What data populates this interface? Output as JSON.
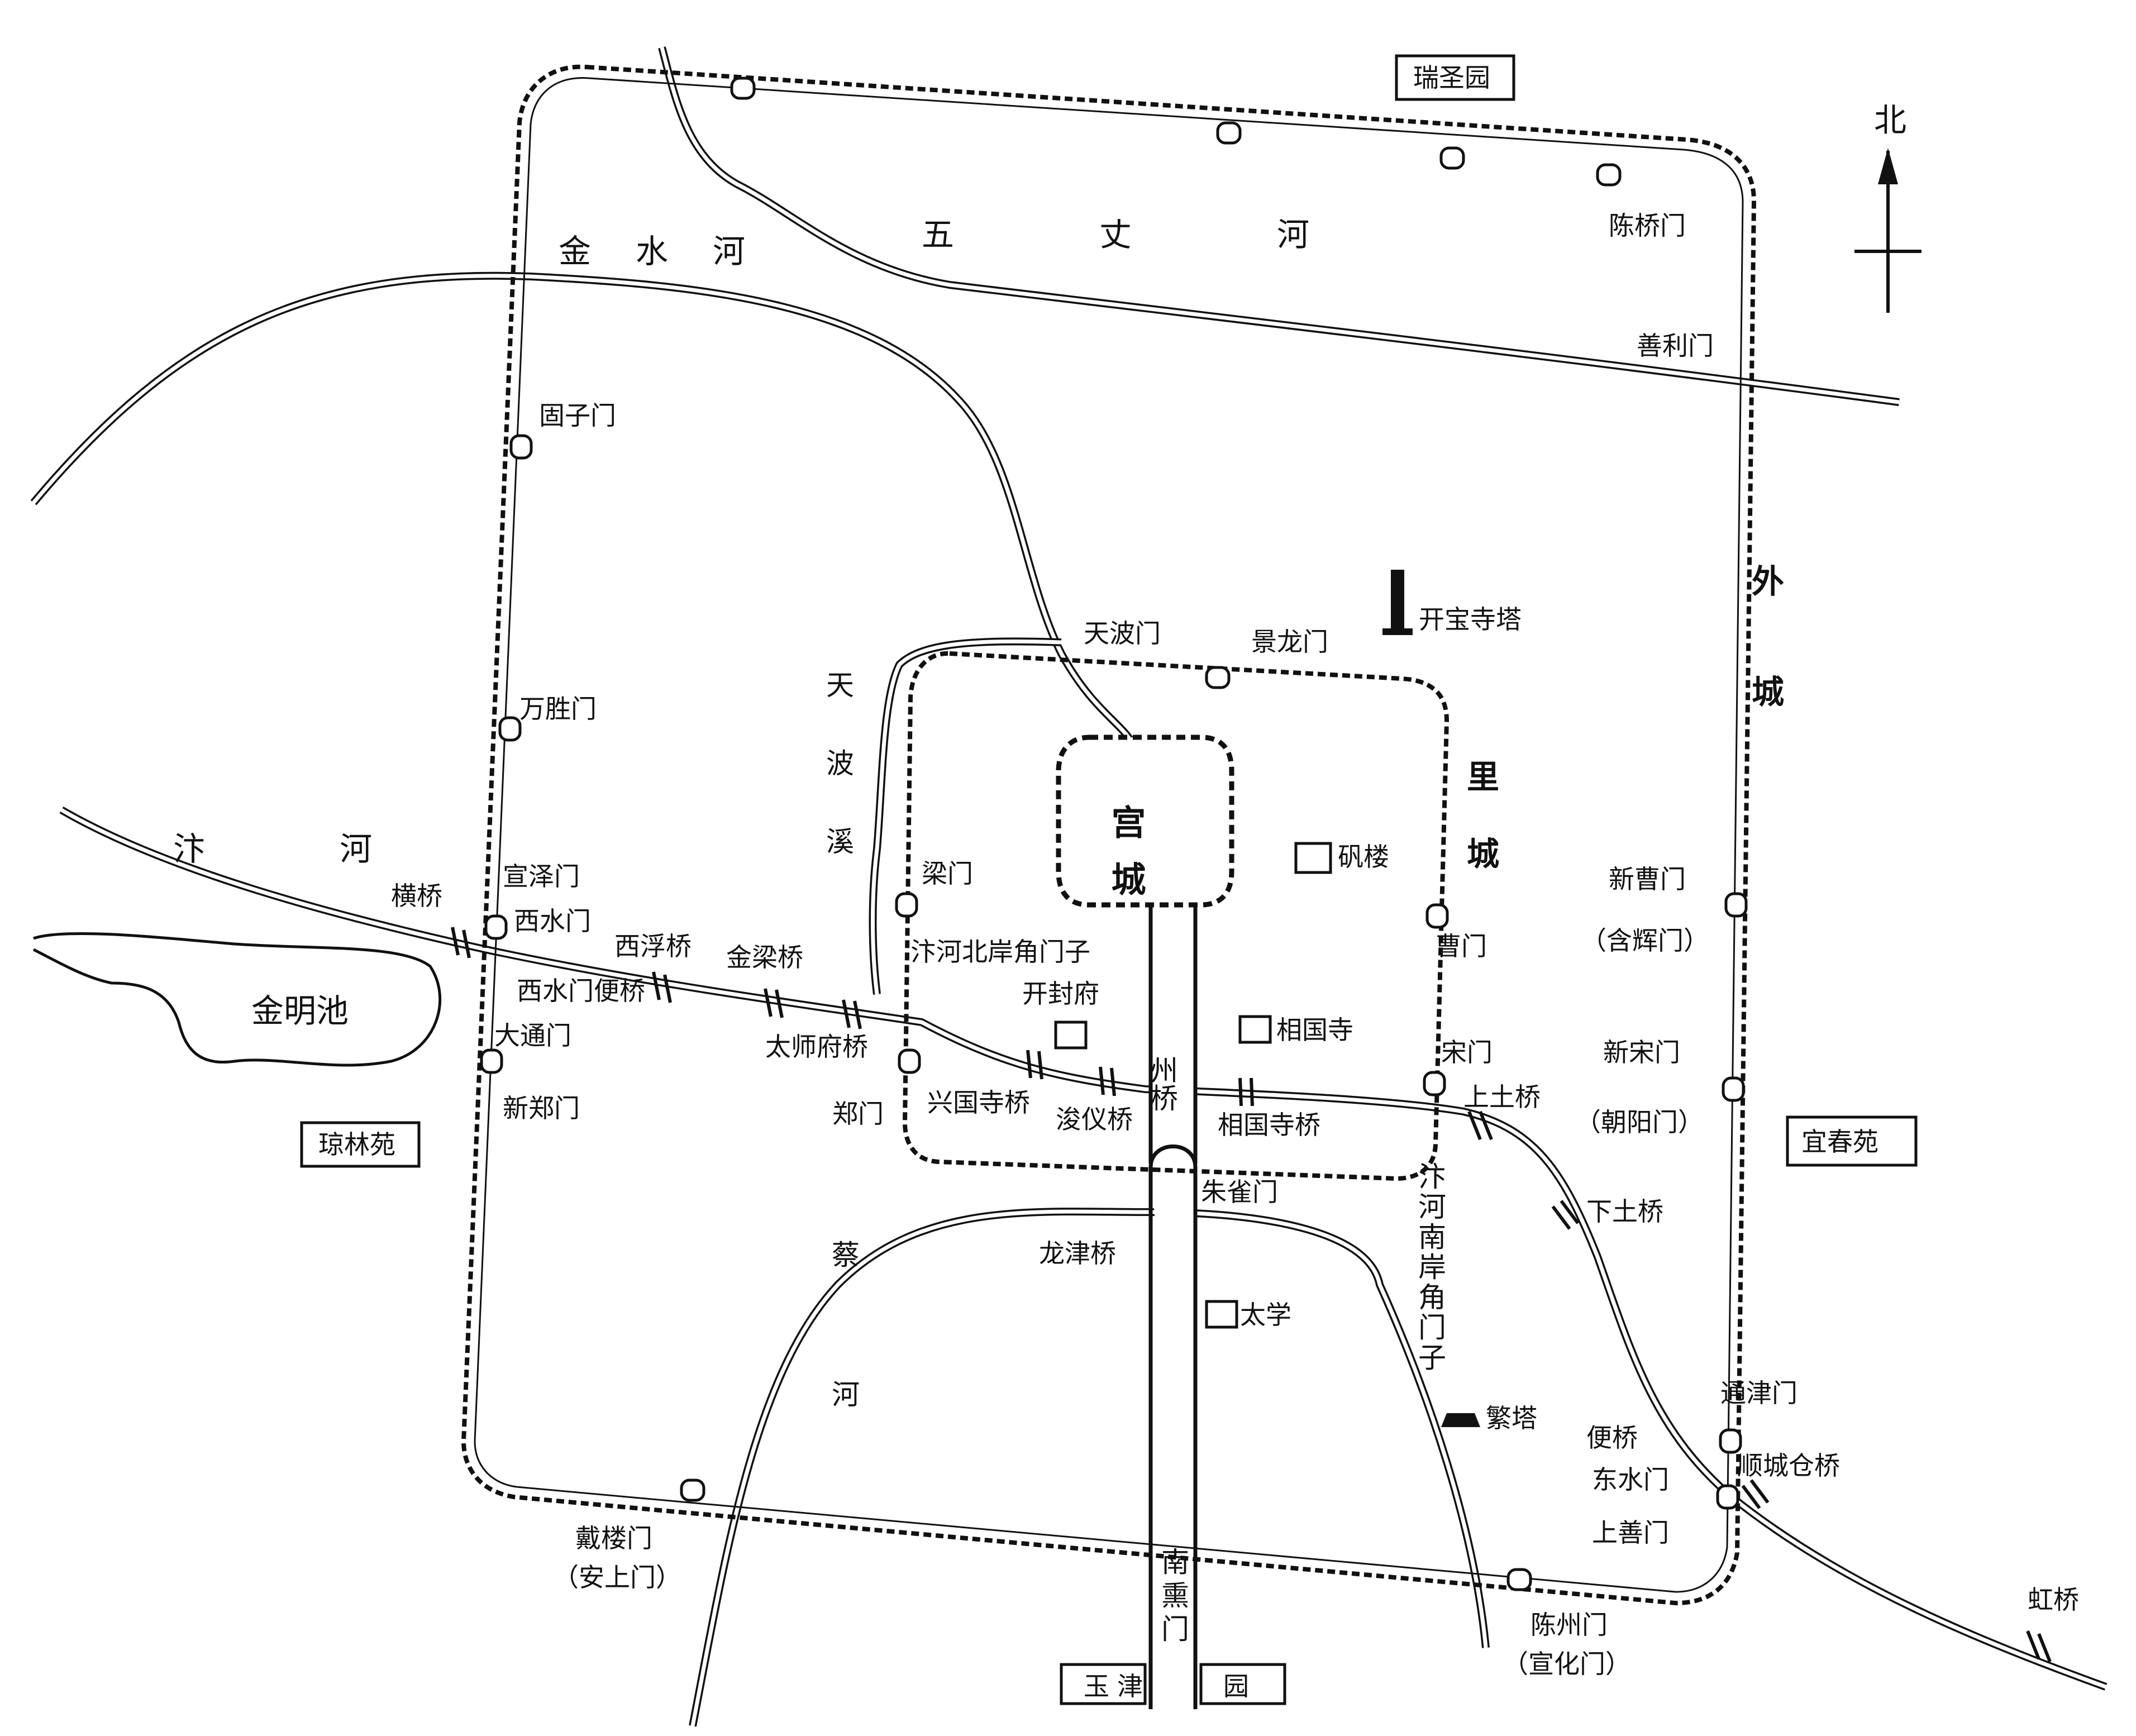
{
  "outer_city": "外城",
  "inner_city": "里城",
  "palace": "宫城",
  "north": "北",
  "rivers": {
    "jinshui": "金水河",
    "wuzhang": "五丈河",
    "bian": "汴河",
    "cai": "蔡河",
    "tianbo": "天波溪"
  },
  "gardens": {
    "ruisheng": "瑞圣园",
    "qionglin": "琼林苑",
    "yichun": "宜春苑",
    "yujin": "玉津园",
    "yu": "玉",
    "jin": "津",
    "yuan": "园"
  },
  "outer_gates": {
    "chenqiao": "陈桥门",
    "shanli": "善利门",
    "guzi": "固子门",
    "wansheng": "万胜门",
    "xuanze": "宣泽门",
    "xishui": "西水门",
    "datong": "大通门",
    "xinzheng": "新郑门",
    "xincao": "新曹门",
    "hanhui": "（含辉门）",
    "xinsong": "新宋门",
    "chaoyang": "（朝阳门）",
    "tongjin": "通津门",
    "dongshui": "东水门",
    "shangshan": "上善门",
    "dailou": "戴楼门",
    "anshang": "（安上门）",
    "chenzhou": "陈州门",
    "xuanhua": "（宣化门）",
    "nanxun": "南熏门"
  },
  "inner_gates": {
    "tianbo": "天波门",
    "jinglong": "景龙门",
    "liang": "梁门",
    "bian_north": "汴河北岸角门子",
    "zheng": "郑门",
    "cao": "曹门",
    "song": "宋门",
    "bian_south": "汴河南岸角门子",
    "zhuque": "朱雀门"
  },
  "bridges": {
    "heng": "横桥",
    "xifu": "西浮桥",
    "jinliang": "金梁桥",
    "xishuimen_bian": "西水门便桥",
    "taishifu": "太师府桥",
    "xingguosi": "兴国寺桥",
    "junyi": "浚仪桥",
    "zhou": "州桥",
    "xiangguosi": "相国寺桥",
    "shangtu": "上土桥",
    "xiatu": "下土桥",
    "bian": "便桥",
    "shunchengcang": "顺城仓桥",
    "hong": "虹桥",
    "longjin": "龙津桥"
  },
  "sites": {
    "kaibaosi_ta": "开宝寺塔",
    "fanlou": "矾楼",
    "kaifengfu": "开封府",
    "xiangguosi": "相国寺",
    "taixue": "太学",
    "fanta": "繁塔",
    "jinmingchi": "金明池"
  }
}
